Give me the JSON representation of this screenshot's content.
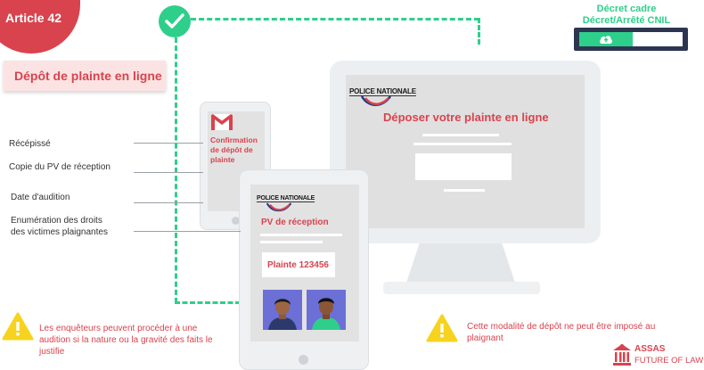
{
  "header": {
    "article": "Article 42",
    "title": "Dépôt de plainte en ligne"
  },
  "decret": {
    "line1": "Décret cadre",
    "line2": "Décret/Arrêté CNIL"
  },
  "monitor": {
    "logo": "POLICE NATIONALE",
    "heading": "Déposer votre plainte en ligne"
  },
  "phone": {
    "confirmation": "Confirmation de dépôt de plainte"
  },
  "tablet": {
    "logo": "POLICE NATIONALE",
    "pv": "PV de réception",
    "plainte": "Plainte 123456"
  },
  "labels": {
    "recepisse": "Récépissé",
    "copie": "Copie du PV de réception",
    "date": "Date d'audition",
    "enum_line1": "Enumération des droits",
    "enum_line2": "des victimes plaignantes"
  },
  "warnings": {
    "left": "Les enquêteurs peuvent procéder à une audition si la nature ou la gravité des faits le justifie",
    "right": "Cette modalité de dépôt ne peut être imposé au plaignant"
  },
  "brand": {
    "name": "ASSAS",
    "tagline": "FUTURE OF LAW"
  },
  "colors": {
    "accent": "#d9434e",
    "green": "#2ecf8a",
    "warning": "#f7d31f"
  },
  "icons": [
    "check-icon",
    "upload-cloud-icon",
    "gmail-icon",
    "warning-icon",
    "courthouse-icon"
  ]
}
